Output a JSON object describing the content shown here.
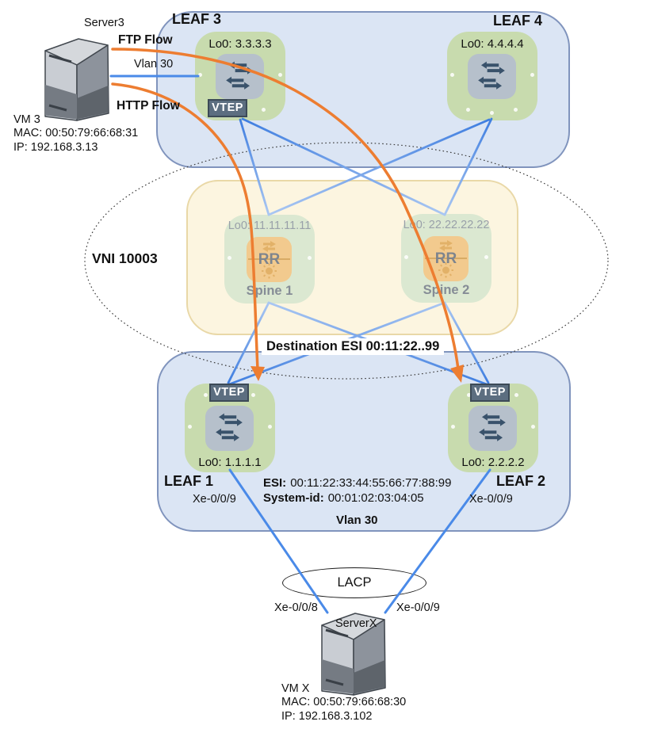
{
  "colors": {
    "pod_fill": "#dbe5f4",
    "pod_border": "#8094bd",
    "spinebox_fill": "#fcf5e0",
    "spinebox_border": "#e9d8a7",
    "leaf_node_green": "#c8dbae",
    "spine_node_green": "#dbe8d1",
    "switch_icon_gray": "#b6c0cb",
    "switch_arrow": "#39526b",
    "vtep_bg": "#5c6e80",
    "rr_orange": "#f2ca8e",
    "flow_orange": "#ed7d31",
    "link_blue_dark": "#3f7ee0",
    "link_blue_light": "#aac7f2",
    "access_link_blue": "#4a8ae8"
  },
  "server3": {
    "name": "Server3",
    "vm": "VM 3",
    "mac": "MAC: 00:50:79:66:68:31",
    "ip": "IP: 192.168.3.13"
  },
  "serverx": {
    "name": "ServerX",
    "vm": "VM X",
    "mac": "MAC: 00:50:79:66:68:30",
    "ip": "IP: 192.168.3.102"
  },
  "flows": {
    "ftp": "FTP Flow",
    "http": "HTTP Flow",
    "vlan": "Vlan 30"
  },
  "top_pod": {
    "leaf3": {
      "title": "LEAF 3",
      "lo0": "Lo0: 3.3.3.3",
      "vtep": "VTEP"
    },
    "leaf4": {
      "title": "LEAF 4",
      "lo0": "Lo0: 4.4.4.4"
    }
  },
  "underlay": {
    "vni": "VNI 10003",
    "dest_esi": "Destination ESI 00:11:22..99",
    "spine1": {
      "lo0": "Lo0: 11.11.11.11",
      "rr": "RR",
      "name": "Spine 1"
    },
    "spine2": {
      "lo0": "Lo0: 22.22.22.22",
      "rr": "RR",
      "name": "Spine 2"
    }
  },
  "bottom_pod": {
    "leaf1": {
      "title": "LEAF 1",
      "lo0": "Lo0: 1.1.1.1",
      "vtep": "VTEP",
      "port": "Xe-0/0/9"
    },
    "leaf2": {
      "title": "LEAF 2",
      "lo0": "Lo0: 2.2.2.2",
      "vtep": "VTEP",
      "port": "Xe-0/0/9"
    },
    "esi_label": "ESI:",
    "esi_value": "00:11:22:33:44:55:66:77:88:99",
    "sysid_label": "System-id:",
    "sysid_value": "00:01:02:03:04:05",
    "vlan": "Vlan 30"
  },
  "lag": {
    "label": "LACP",
    "port_left": "Xe-0/0/8",
    "port_right": "Xe-0/0/9"
  }
}
